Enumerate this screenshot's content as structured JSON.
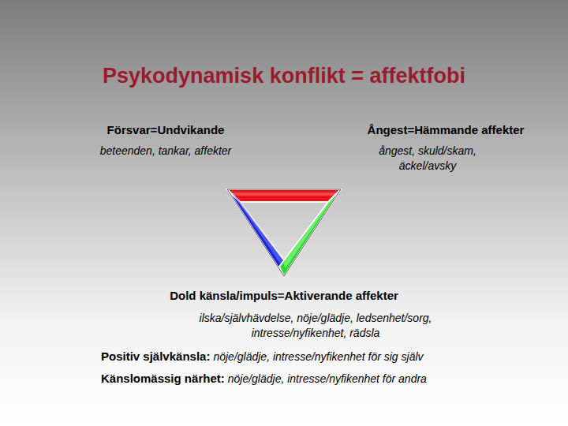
{
  "diagram": {
    "title": "Psykodynamisk konflikt = affektfobi",
    "labels": [
      "Försvar=Undvikande",
      "beteenden, tankar, affekter",
      "Ångest=Hämmande affekter",
      "ångest, skuld/skam, äckel/avsky",
      "Dold känsla/impuls=Aktiverande affekter",
      "ilska/självhävdelse, nöje/glädje, ledsenhet/sorg, intresse/nyfikenhet, rädsla",
      "Positiv självkänsla:",
      "nöje/glädje, intresse/nyfikenhet för sig själv",
      "Känslomässig närhet:",
      "nöje/glädje, intresse/nyfikenhet för andra"
    ]
  }
}
